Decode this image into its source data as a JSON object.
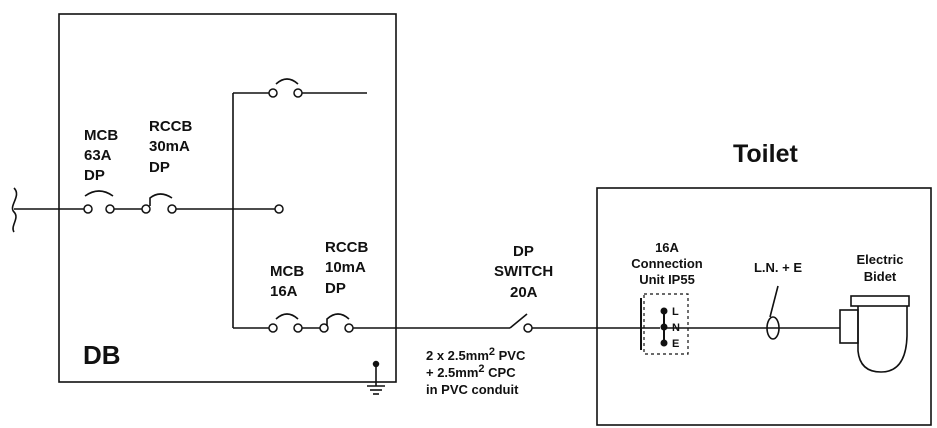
{
  "db": {
    "label": "DB",
    "main_mcb": [
      "MCB",
      "63A",
      "DP"
    ],
    "main_rccb": [
      "RCCB",
      "30mA",
      "DP"
    ],
    "branch_mcb": [
      "MCB",
      "16A"
    ],
    "branch_rccb": [
      "RCCB",
      "10mA",
      "DP"
    ]
  },
  "switch": [
    "DP",
    "SWITCH",
    "20A"
  ],
  "cable_note": {
    "line1_main": "2 x 2.5mm",
    "line1_sup": "2",
    "line1_tail": " PVC",
    "line2_main": "+ 2.5mm",
    "line2_sup": "2",
    "line2_tail": " CPC",
    "line3": "in PVC conduit"
  },
  "toilet": {
    "title": "Toilet",
    "connection_unit": [
      "16A",
      "Connection",
      "Unit IP55"
    ],
    "terminals": [
      "L",
      "N",
      "E"
    ],
    "cable_label": "L.N. + E",
    "bidet": [
      "Electric",
      "Bidet"
    ]
  }
}
